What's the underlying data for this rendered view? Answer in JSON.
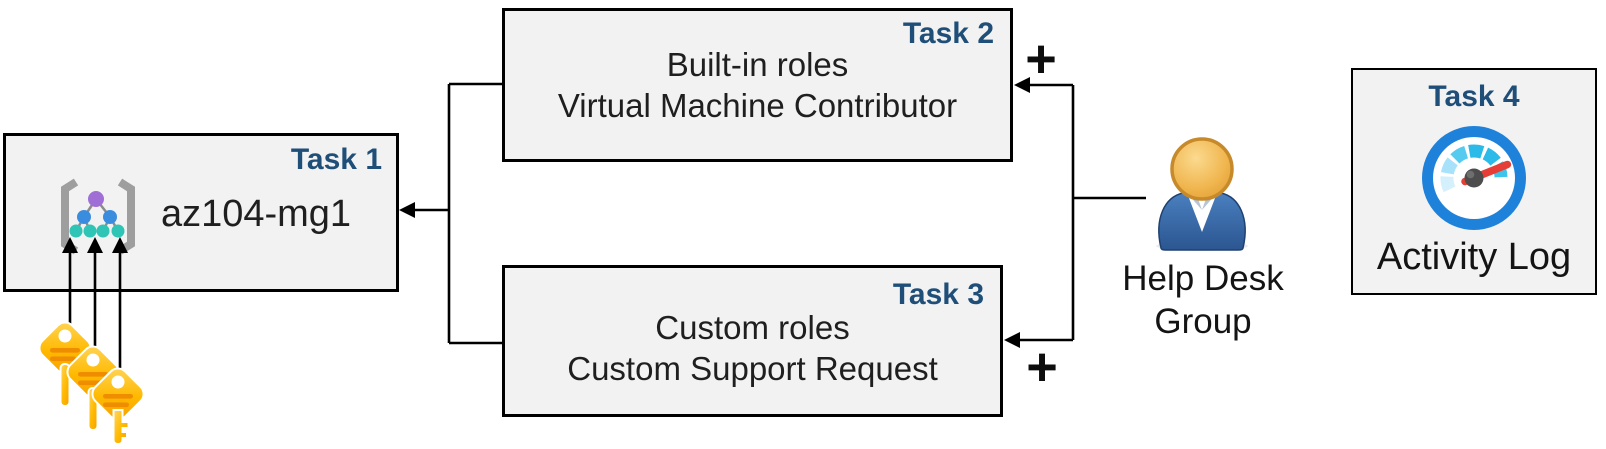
{
  "diagram": {
    "task1": {
      "badge": "Task 1",
      "title": "az104-mg1"
    },
    "task2": {
      "badge": "Task 2",
      "line1": "Built-in roles",
      "line2": "Virtual Machine Contributor"
    },
    "task3": {
      "badge": "Task 3",
      "line1": "Custom roles",
      "line2": "Custom Support Request"
    },
    "task4": {
      "badge": "Task 4",
      "caption": "Activity Log"
    },
    "group_label": {
      "line1": "Help Desk",
      "line2": "Group"
    },
    "plus_top": "+",
    "plus_bottom": "+",
    "icons": {
      "management_group": "management-group-icon",
      "keys": "access-keys-icon",
      "user": "help-desk-user-icon",
      "gauge": "activity-log-gauge-icon"
    },
    "colors": {
      "badge_blue": "#1F4E79",
      "box_fill": "#F2F2F2",
      "box_border": "#000000",
      "connector": "#000000",
      "key_gold": "#FFB900",
      "key_stripe_orange": "#EF8D00",
      "user_head_gold": "#E9A63C",
      "user_body_blue": "#3A6FB0",
      "gauge_ring_blue": "#1E82DA",
      "gauge_needle_red": "#E63E36",
      "node_purple": "#9F6FD6",
      "node_blue": "#3A8DDE",
      "node_teal": "#2EC4B6",
      "bracket_gray": "#9E9E9E"
    }
  }
}
